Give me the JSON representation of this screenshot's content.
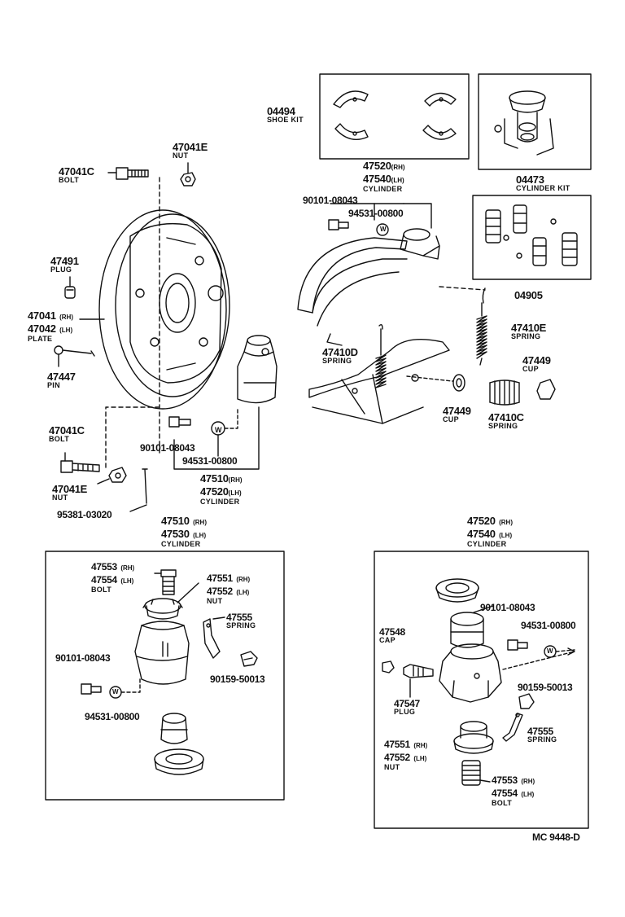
{
  "parts": {
    "shoe_kit": {
      "number": "04494",
      "name": "SHOE KIT"
    },
    "cylinder_kit": {
      "number": "04473",
      "name": "CYLINDER KIT"
    },
    "kit_04905": {
      "number": "04905"
    },
    "nut_top": {
      "number": "47041E",
      "name": "NUT"
    },
    "bolt_top": {
      "number": "47041C",
      "name": "BOLT"
    },
    "plug_47491": {
      "number": "47491",
      "name": "PLUG"
    },
    "plate": {
      "number1": "47041",
      "suffix1": "(RH)",
      "number2": "47042",
      "suffix2": "(LH)",
      "name": "PLATE"
    },
    "pin": {
      "number": "47447",
      "name": "PIN"
    },
    "bolt_bottom": {
      "number": "47041C",
      "name": "BOLT"
    },
    "nut_bottom": {
      "number": "47041E",
      "name": "NUT"
    },
    "pin_95381": {
      "number": "95381-03020"
    },
    "cyl_front_top": {
      "number1": "47520",
      "suffix1": "(RH)",
      "number2": "47540",
      "suffix2": "(LH)",
      "name": "CYLINDER"
    },
    "bolt_90101_top": {
      "number": "90101-08043"
    },
    "washer_94531_top": {
      "number": "94531-00800"
    },
    "spring_47410e": {
      "number": "47410E",
      "name": "SPRING"
    },
    "spring_47410d": {
      "number": "47410D",
      "name": "SPRING"
    },
    "cup_right": {
      "number": "47449",
      "name": "CUP"
    },
    "cup_left": {
      "number": "47449",
      "name": "CUP"
    },
    "spring_47410c": {
      "number": "47410C",
      "name": "SPRING"
    },
    "bolt_90101_mid": {
      "number": "90101-08043"
    },
    "washer_94531_mid": {
      "number": "94531-00800"
    },
    "cyl_mid": {
      "number1": "47510",
      "suffix1": "(RH)",
      "number2": "47520",
      "suffix2": "(LH)",
      "name": "CYLINDER"
    },
    "left_box_header": {
      "number1": "47510",
      "suffix1": "(RH)",
      "number2": "47530",
      "suffix2": "(LH)",
      "name": "CYLINDER"
    },
    "lb_bolt": {
      "number1": "47553",
      "suffix1": "(RH)",
      "number2": "47554",
      "suffix2": "(LH)",
      "name": "BOLT"
    },
    "lb_nut": {
      "number1": "47551",
      "suffix1": "(RH)",
      "number2": "47552",
      "suffix2": "(LH)",
      "name": "NUT"
    },
    "lb_spring": {
      "number": "47555",
      "name": "SPRING"
    },
    "lb_bolt_90101": {
      "number": "90101-08043"
    },
    "lb_bleeder": {
      "number": "90159-50013"
    },
    "lb_washer": {
      "number": "94531-00800"
    },
    "right_box_header": {
      "number1": "47520",
      "suffix1": "(RH)",
      "number2": "47540",
      "suffix2": "(LH)",
      "name": "CYLINDER"
    },
    "rb_bolt_90101": {
      "number": "90101-08043"
    },
    "rb_washer": {
      "number": "94531-00800"
    },
    "rb_cap": {
      "number": "47548",
      "name": "CAP"
    },
    "rb_bleeder": {
      "number": "90159-50013"
    },
    "rb_plug": {
      "number": "47547",
      "name": "PLUG"
    },
    "rb_spring": {
      "number": "47555",
      "name": "SPRING"
    },
    "rb_nut": {
      "number1": "47551",
      "suffix1": "(RH)",
      "number2": "47552",
      "suffix2": "(LH)",
      "name": "NUT"
    },
    "rb_bolt": {
      "number1": "47553",
      "suffix1": "(RH)",
      "number2": "47554",
      "suffix2": "(LH)",
      "name": "BOLT"
    }
  },
  "washer_mark": "W",
  "footer": {
    "code": "MC  9448-D"
  }
}
